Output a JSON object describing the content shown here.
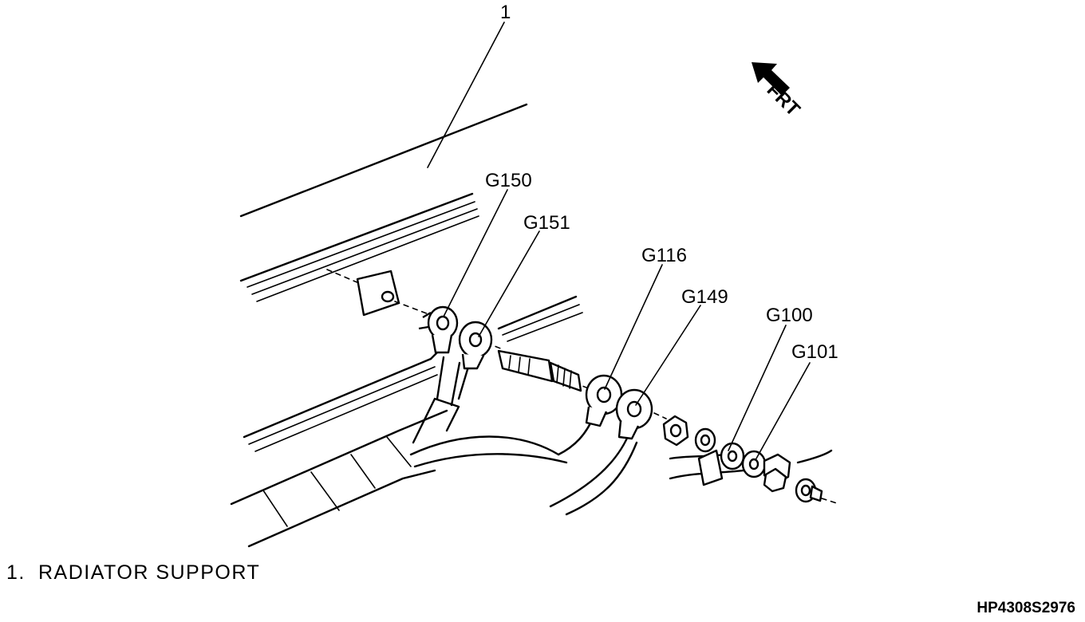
{
  "callouts": {
    "radiator_support_number": "1",
    "g150": "G150",
    "g151": "G151",
    "g116": "G116",
    "g149": "G149",
    "g100": "G100",
    "g101": "G101"
  },
  "direction_label": "FRT",
  "legend": [
    {
      "number": "1.",
      "text": "RADIATOR SUPPORT"
    }
  ],
  "figure_code": "HP4308S2976"
}
